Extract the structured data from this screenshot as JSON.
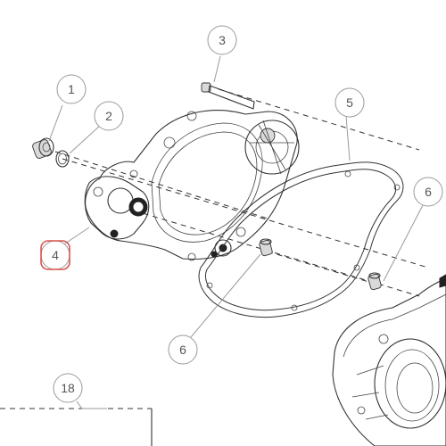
{
  "callouts": [
    {
      "id": "c1",
      "label": "1"
    },
    {
      "id": "c2",
      "label": "2"
    },
    {
      "id": "c3",
      "label": "3"
    },
    {
      "id": "c4",
      "label": "4",
      "highlighted": true
    },
    {
      "id": "c5",
      "label": "5"
    },
    {
      "id": "c6a",
      "label": "6"
    },
    {
      "id": "c6b",
      "label": "6"
    },
    {
      "id": "c18",
      "label": "18"
    }
  ],
  "colors": {
    "line": "#333333",
    "callout_stroke": "#9a9a9a",
    "highlight": "#d9534f"
  }
}
